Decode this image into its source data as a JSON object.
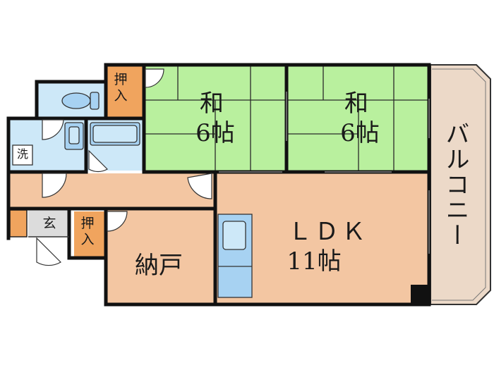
{
  "rooms": {
    "washitsu_left": {
      "name": "和",
      "size": "6帖"
    },
    "washitsu_right": {
      "name": "和",
      "size": "6帖"
    },
    "ldk": {
      "name": "ＬＤＫ",
      "size": "11帖"
    },
    "nando": {
      "name": "納戸"
    },
    "balcony": {
      "name": "バルコニー"
    },
    "genkan": {
      "name": "玄"
    },
    "oshiire_top": {
      "name": "押入"
    },
    "oshiire_bottom": {
      "name": "押入"
    },
    "washer": {
      "name": "洗"
    }
  },
  "colors": {
    "tatami": "#b9f09e",
    "wood": "#f3c6a2",
    "wet": "#cde8f8",
    "fixture": "#a7d2f2",
    "closet": "#f0a45e",
    "balcony": "#ecd9c8",
    "genkan": "#dcdcdc",
    "wall": "#111111"
  }
}
